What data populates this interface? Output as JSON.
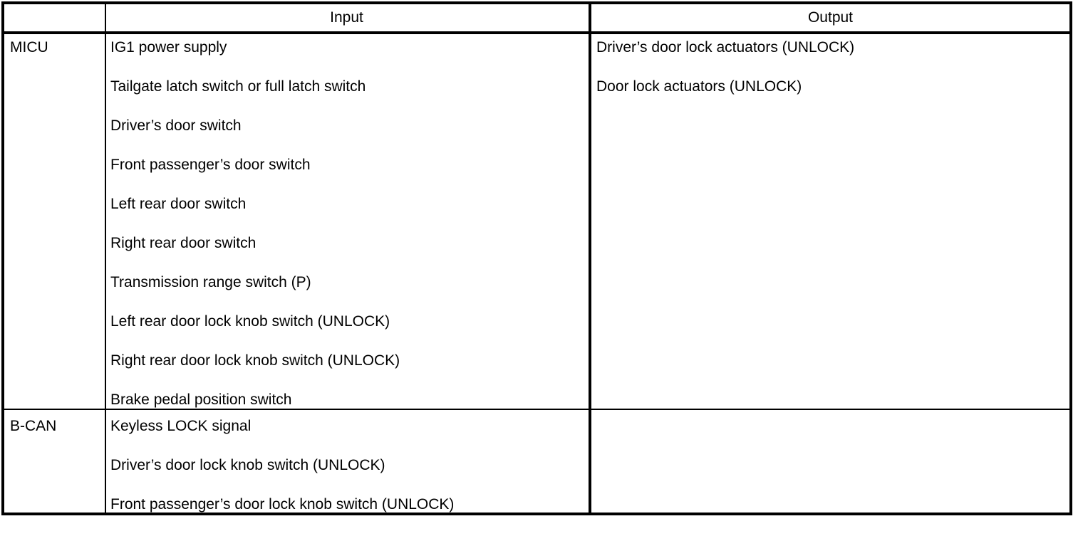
{
  "table": {
    "headers": {
      "corner": "",
      "input": "Input",
      "output": "Output"
    },
    "sections": [
      {
        "label": "MICU",
        "inputs": [
          "IG1 power supply",
          "Tailgate latch switch or full latch switch",
          "Driver’s door switch",
          "Front passenger’s door switch",
          "Left rear door switch",
          "Right rear door switch",
          "Transmission range switch (P)",
          "Left rear door lock knob switch (UNLOCK)",
          "Right rear door lock knob switch (UNLOCK)",
          "Brake pedal position switch"
        ],
        "outputs": [
          "Driver’s door lock actuators (UNLOCK)",
          "Door lock actuators (UNLOCK)"
        ]
      },
      {
        "label": "B-CAN",
        "inputs": [
          "Keyless LOCK signal",
          "Driver’s door lock knob switch (UNLOCK)",
          "Front passenger’s door lock knob switch (UNLOCK)"
        ],
        "outputs": []
      }
    ]
  },
  "colors": {
    "rule": "#000000",
    "text": "#000000",
    "background": "#ffffff"
  }
}
